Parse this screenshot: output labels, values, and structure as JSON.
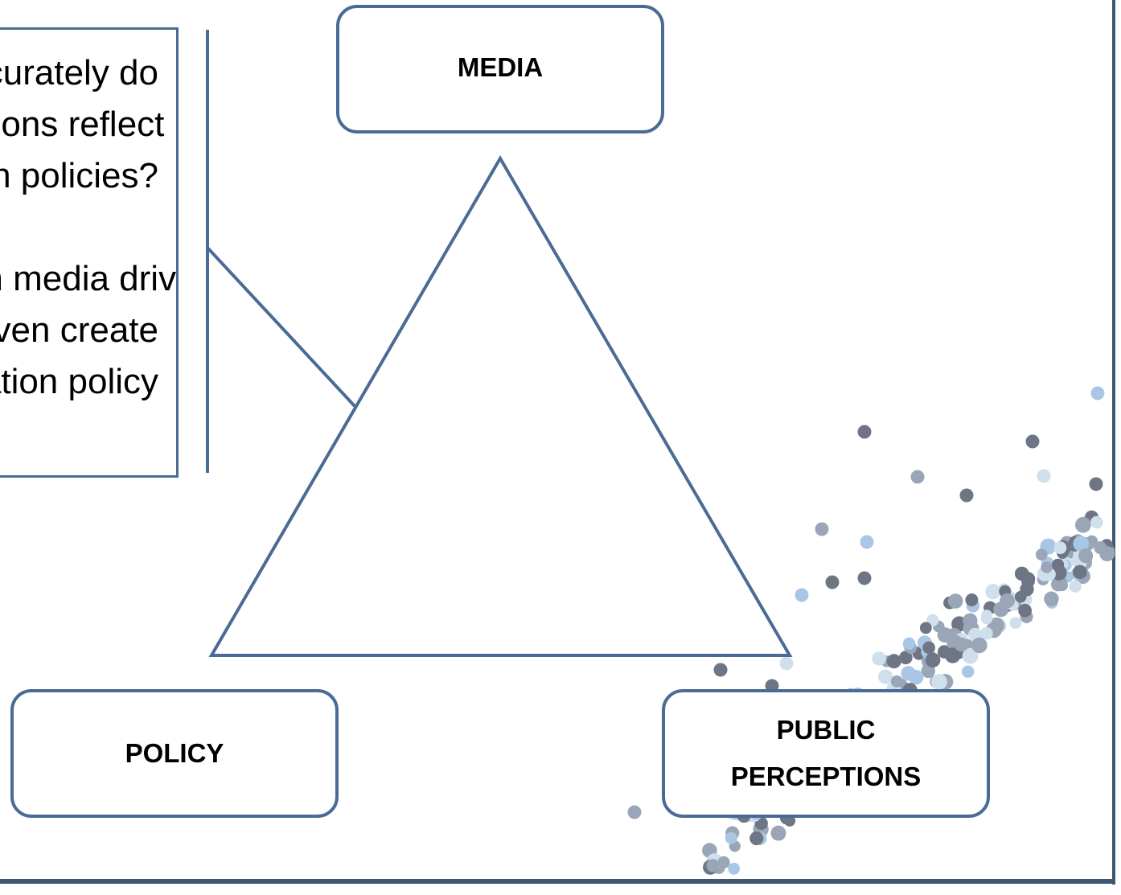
{
  "diagram": {
    "nodes": {
      "media": "MEDIA",
      "policy": "POLICY",
      "public_line1": "PUBLIC",
      "public_line2": "PERCEPTIONS"
    },
    "questions": {
      "line1": "To what extent accurately do",
      "line2": "media representations reflect",
      "line3": "immigration policies?",
      "line4": "To what extent can media drive,",
      "line5": "shape or even create",
      "line6": "immigration policy"
    },
    "colors": {
      "line": "#4a6b95",
      "frame": "#3e5873",
      "dot_dark": "#6e7584",
      "dot_mid": "#9aa6b8",
      "dot_light": "#cfe0ec",
      "dot_blue": "#a9c6e5"
    }
  }
}
